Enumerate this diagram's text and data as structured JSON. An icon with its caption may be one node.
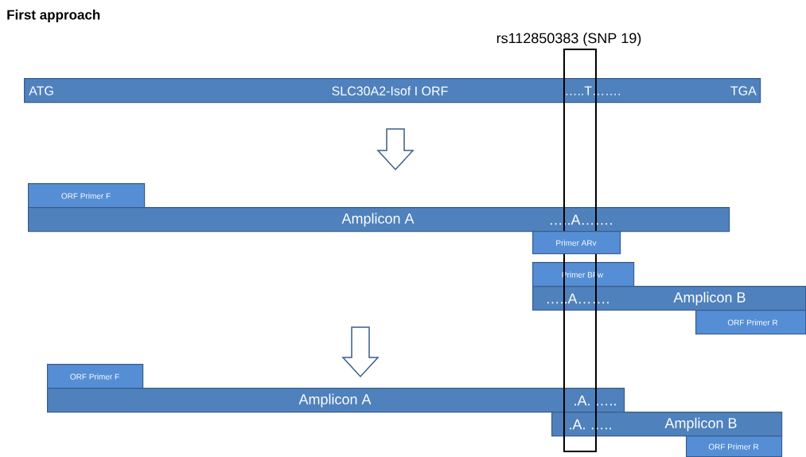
{
  "diagram": {
    "title": "First approach",
    "nodes": [
      {
        "text": [
          "ATG",
          "SLC30A2-Isof I ORF",
          "…..T…….",
          "TGA"
        ]
      },
      {
        "text": [
          "ORF Primer F"
        ]
      },
      {
        "text": [
          "Amplicon A",
          "…..A……."
        ]
      },
      {
        "text": [
          "Primer ARv"
        ]
      },
      {
        "text": [
          "Primer BFw"
        ]
      },
      {
        "text": [
          "…..A…….",
          "Amplicon B"
        ]
      },
      {
        "text": [
          "ORF Primer R"
        ]
      },
      {
        "text": [
          "ORF Primer F"
        ]
      },
      {
        "text": [
          "Amplicon A",
          ".A. ….."
        ]
      },
      {
        "text": [
          ".A. …..",
          "Amplicon B"
        ]
      },
      {
        "text": [
          "ORF Primer R"
        ]
      }
    ],
    "edges": [
      {
        "from": 0,
        "to": 2,
        "arrow": "to"
      },
      {
        "from": null,
        "to": 8,
        "arrow": "to"
      }
    ],
    "labels": [
      "rs112850383 (SNP 19)"
    ]
  }
}
